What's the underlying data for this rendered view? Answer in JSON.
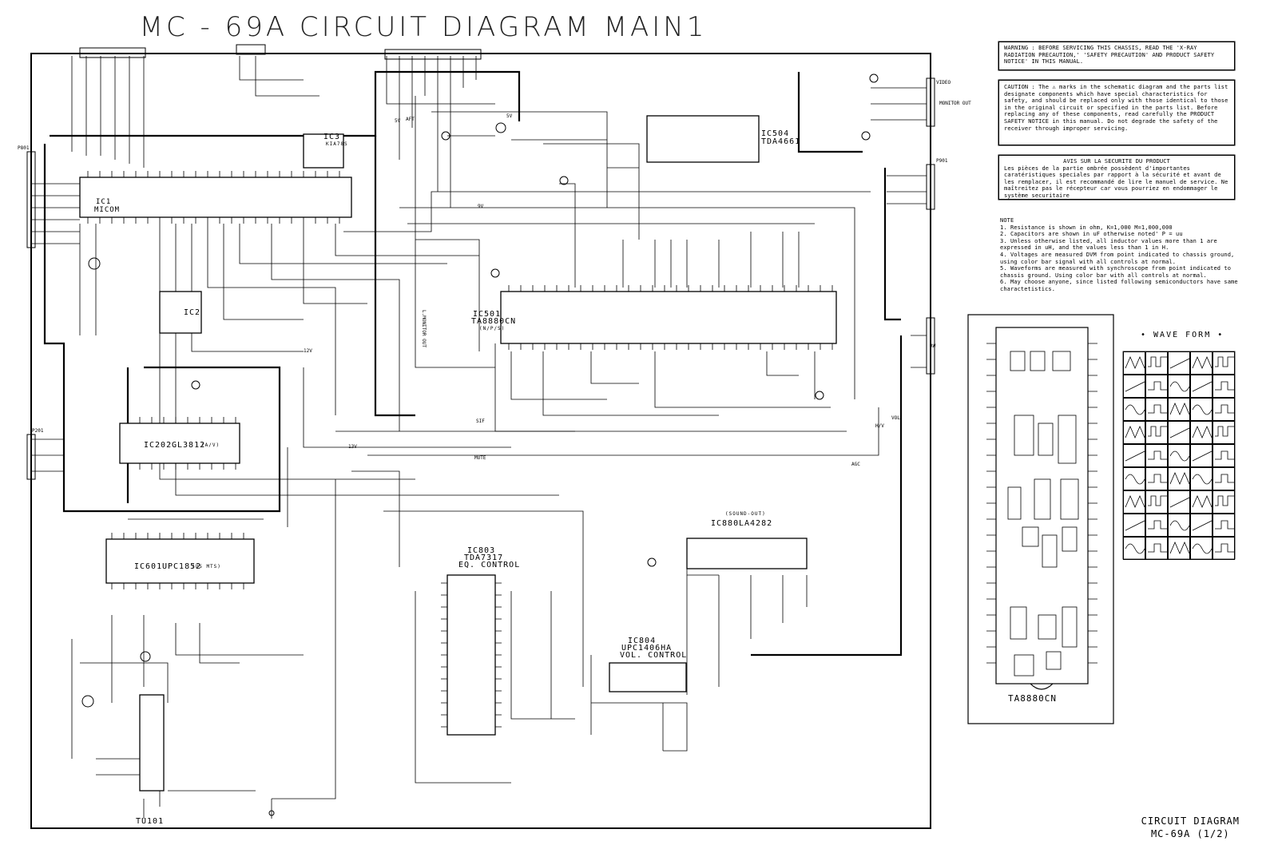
{
  "title": "MC - 69A CIRCUIT DIAGRAM MAIN1",
  "footer": {
    "line1": "CIRCUIT DIAGRAM",
    "line2": "MC-69A (1/2)"
  },
  "warning": "WARNING : BEFORE SERVICING THIS CHASSIS, READ THE 'X-RAY RADIATION PRECAUTION,' 'SAFETY PRECAUTION' AND PRODUCT SAFETY NOTICE' IN THIS MANUAL.",
  "caution": "CAUTION : The ⚠ marks in the schematic diagram and the parts list designate components which have special characteristics for safety, and should be replaced only with those identical to those in the original circuit or specified in the parts list. Before replacing any of these components, read carefully the PRODUCT SAFETY NOTICE in this manual. Do not degrade the safety of the receiver through improper servicing.",
  "avis": {
    "heading": "AVIS SUR LA SECURITE DU PRODUCT",
    "body": "Les pièces de la partie ombrée possèdent d'importantes caratéristiques speciales par rapport à la sécurité et avant de les remplacer, il est recommandé de lire le manuel de service. Ne maîtreitez pas le récepteur car vous pourriez en endommager le système securitaire"
  },
  "notes": {
    "heading": "NOTE",
    "items": [
      "1. Resistance is shown in ohm, K=1,000 M=1,000,000",
      "2. Capacitors are shown in uF otherwise noted' P = uu",
      "3. Unless otherwise listed, all inductor values more than 1 are expressed in uH, and the values less than 1 in H.",
      "4. Voltages are measured DVM from point indicated to chassis ground, using color bar signal with all controls at normal.",
      "5. Waveforms are measured with synchroscope from point indicated to chassis ground. Using color bar with all controls at normal.",
      "6. May choose anyone, since listed following semiconductors have same charactetistics."
    ]
  },
  "ics": {
    "ic1": "IC1",
    "ic1_part": "MICOM",
    "ic2": "IC2",
    "ic3": "IC3",
    "ic3_part": "KIA78S",
    "ic504": "IC504",
    "ic504_part": "TDA4661",
    "ic501": "IC501",
    "ic501_part": "TA8880CN",
    "ic501_note": "(N/P/S)",
    "ic202": "IC202",
    "ic202_part": "GL3812",
    "ic202_note": "(A/V)",
    "ic601": "IC601",
    "ic601_part": "UPC1852",
    "ic601_note": "(US MTS)",
    "ic803": "IC803",
    "ic803_part": "TDA7317",
    "ic803_func": "EQ. CONTROL",
    "ic804": "IC804",
    "ic804_part": "UPC1406HA",
    "ic804_func": "VOL. CONTROL",
    "ic880": "IC880",
    "ic880_part": "LA4282",
    "ic880_func": "(SOUND-OUT)",
    "tu101": "TU101"
  },
  "connectors": {
    "p801": "P801",
    "monitor_out": "MONITOR OUT",
    "video": "VIDEO",
    "p901": "P901",
    "rw": "RW",
    "p201": "P201"
  },
  "right_panel": {
    "ic_name": "TA8880CN",
    "waveform_title": "• WAVE FORM •"
  },
  "net_labels": [
    "12V",
    "9V",
    "5V",
    "13V",
    "AFT",
    "H/V",
    "SIF",
    "5V",
    "MUTE",
    "AGC",
    "VOL",
    "L.MONITOR OUT"
  ]
}
